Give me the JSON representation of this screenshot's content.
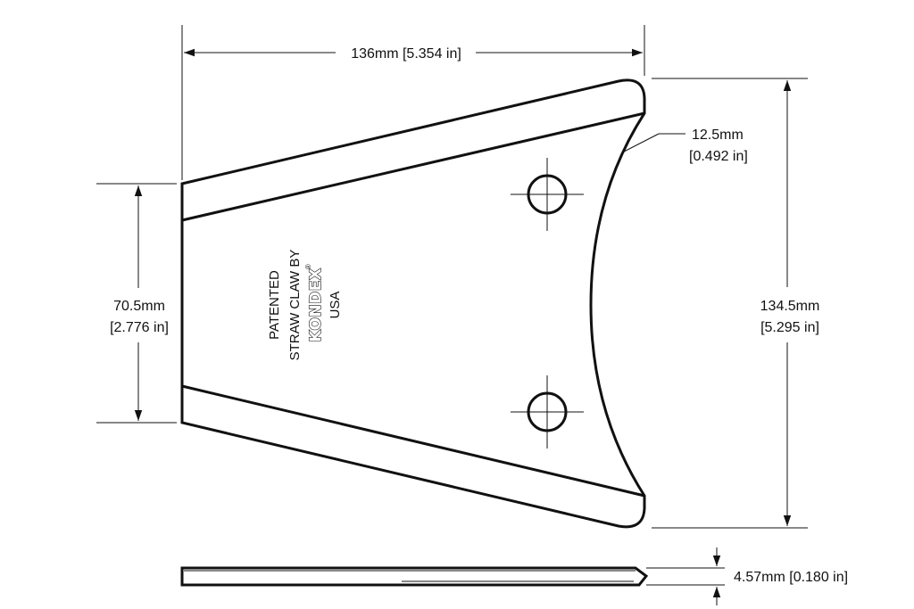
{
  "dimensions": {
    "width": "136mm [5.354 in]",
    "height_left_mm": "70.5mm",
    "height_left_in": "[2.776 in]",
    "height_right_mm": "134.5mm",
    "height_right_in": "[5.295 in]",
    "hole_mm": "12.5mm",
    "hole_in": "[0.492 in]",
    "thickness": "4.57mm [0.180 in]"
  },
  "stamp": {
    "line1": "PATENTED",
    "line2": "STRAW CLAW BY",
    "brand": "KONDEX",
    "trademark": "®",
    "line4": "USA"
  },
  "colors": {
    "line": "#111111",
    "background": "#ffffff"
  }
}
